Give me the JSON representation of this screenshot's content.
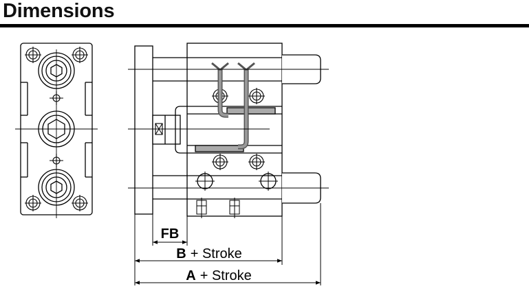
{
  "heading": "Dimensions",
  "dimensions": {
    "fb": {
      "label": "FB"
    },
    "b": {
      "label": "B",
      "suffix": "+ Stroke"
    },
    "a": {
      "label": "A",
      "suffix": "+ Stroke"
    }
  },
  "colors": {
    "line": "#000000",
    "tube": "#888888",
    "tube_dark": "#555555",
    "slot": "#aaaaaa"
  }
}
